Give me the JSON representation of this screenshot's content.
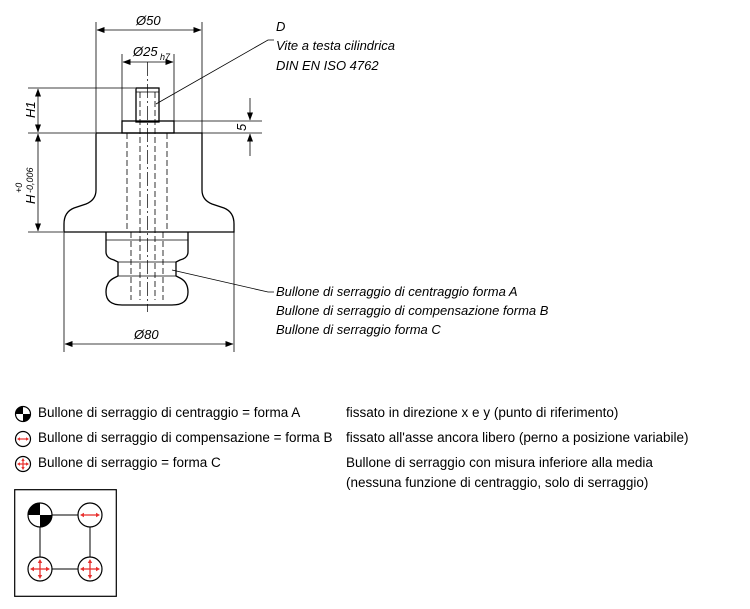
{
  "drawing": {
    "dim_d50": "Ø50",
    "dim_d25": "Ø25",
    "dim_h7": "h7",
    "dim_d80": "Ø80",
    "dim_h1": "H1",
    "dim_h": "H",
    "dim_h_tol_upper": "+0",
    "dim_h_tol_lower": "-0,006",
    "dim_5": "5",
    "screw_label": {
      "line1": "D",
      "line2": "Vite a testa cilindrica",
      "line3": "DIN EN ISO 4762"
    },
    "bolt_label": {
      "line1": "Bullone di serraggio di centraggio forma A",
      "line2": "Bullone di serraggio di compensazione forma B",
      "line3": "Bullone di serraggio forma C"
    }
  },
  "legend": {
    "items": [
      {
        "icon": "quarter-filled-circle-icon",
        "name": "Bullone di serraggio di centraggio = forma A",
        "desc": "fissato in direzione x e y (punto di riferimento)"
      },
      {
        "icon": "horizontal-arrow-circle-icon",
        "name": "Bullone di serraggio di compensazione = forma B",
        "desc": "fissato all'asse ancora libero (perno a posizione variabile)"
      },
      {
        "icon": "cross-arrow-circle-icon",
        "name": "Bullone di serraggio = forma C",
        "desc": "Bullone di serraggio con misura inferiore alla media",
        "desc2": "(nessuna funzione di centraggio, solo di serraggio)"
      }
    ]
  },
  "colors": {
    "ink": "#000000",
    "arrow": "#e8312f"
  }
}
